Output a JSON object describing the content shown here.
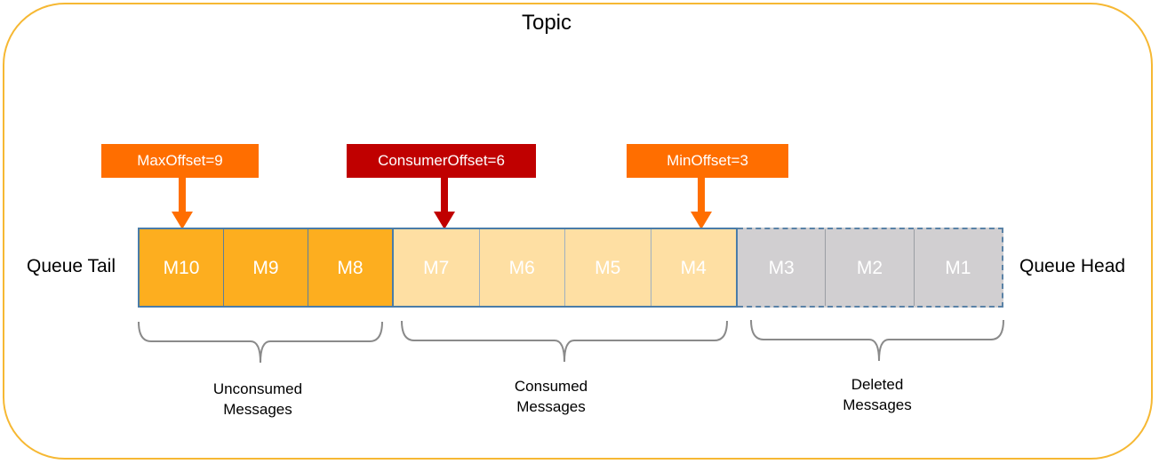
{
  "title": "Topic",
  "queue_tail_label": "Queue Tail",
  "queue_head_label": "Queue Head",
  "pointers": {
    "max_offset": "MaxOffset=9",
    "consumer_offset": "ConsumerOffset=6",
    "min_offset": "MinOffset=3"
  },
  "groups": {
    "unconsumed": {
      "caption_line1": "Unconsumed",
      "caption_line2": "Messages",
      "messages": [
        "M10",
        "M9",
        "M8"
      ]
    },
    "consumed": {
      "caption_line1": "Consumed",
      "caption_line2": "Messages",
      "messages": [
        "M7",
        "M6",
        "M5",
        "M4"
      ]
    },
    "deleted": {
      "caption_line1": "Deleted",
      "caption_line2": "Messages",
      "messages": [
        "M3",
        "M2",
        "M1"
      ]
    }
  },
  "colors": {
    "frame": "#f6b833",
    "unconsumed_fill": "#fdae1f",
    "consumed_fill": "#fedfa3",
    "deleted_fill": "#d1cfd1",
    "offset_orange": "#ff6e00",
    "offset_red": "#c00000",
    "queue_border": "#4a7ca8"
  }
}
